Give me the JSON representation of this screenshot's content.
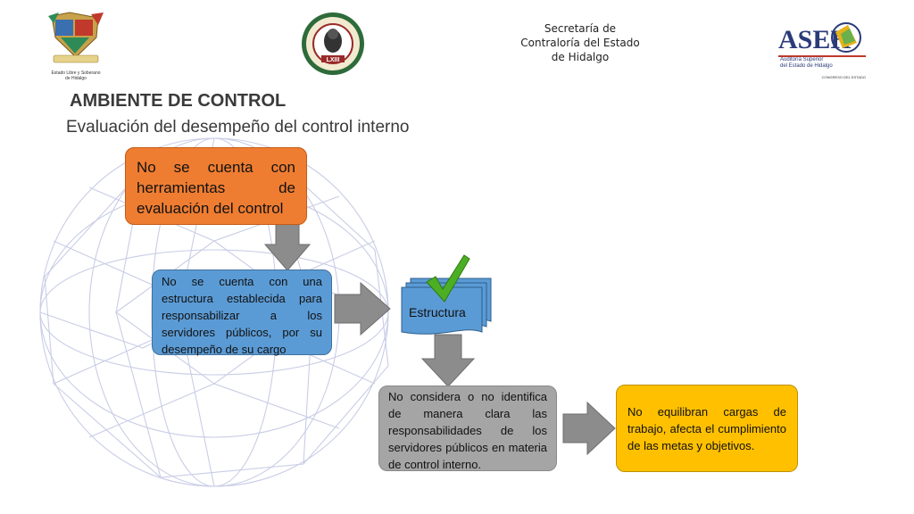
{
  "header": {
    "logos": [
      {
        "name": "escudo-hidalgo-logo",
        "caption_lines": [
          "Estado Libre y Soberano",
          "de Hidalgo"
        ]
      },
      {
        "name": "congreso-seal-logo",
        "caption_lines": [
          "LXIII"
        ]
      },
      {
        "name": "asehl-logo",
        "text": "ASEH",
        "caption_lines": [
          "Auditoría Superior",
          "del Estado de Hidalgo",
          "CONGRESO DEL ESTADO"
        ]
      }
    ],
    "secretaria_lines": [
      "Secretaría de",
      "Contraloría del Estado",
      "de Hidalgo"
    ]
  },
  "title": "AMBIENTE DE CONTROL",
  "subtitle": "Evaluación del desempeño del control interno",
  "flow": {
    "box_orange": "No se cuenta con herramientas de evaluación del control",
    "box_blue": "No se cuenta con una estructura establecida para responsabilizar a los servidores públicos, por su desempeño de su cargo",
    "estructura_label": "Estructura",
    "box_gray": "No considera o no identifica de manera clara las responsabilidades de los servidores públicos en materia de control interno.",
    "box_yellow": "No equilibran cargas de trabajo, afecta el cumplimiento de las metas y objetivos."
  },
  "colors": {
    "orange": "#ef7d31",
    "blue": "#5b9bd5",
    "gray": "#a5a5a5",
    "yellow": "#ffc000",
    "arrow": "#8c8c8c",
    "check": "#4caf23"
  }
}
